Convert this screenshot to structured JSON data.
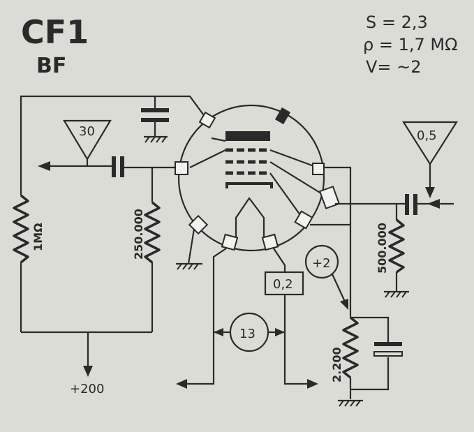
{
  "tube": {
    "name": "CF1",
    "function": "BF"
  },
  "params": {
    "s": "S = 2,3",
    "rho": "ρ = 1,7 MΩ",
    "v": "V= ~2"
  },
  "values": {
    "in_triangle": "30",
    "out_triangle": "0,5",
    "r_grid_left": "1MΩ",
    "r_grid": "250.000",
    "r_right": "500.000",
    "r_cathode": "2.200",
    "box": "0,2",
    "circle_heater": "13",
    "circle_bias": "+2",
    "supply": "+200"
  }
}
